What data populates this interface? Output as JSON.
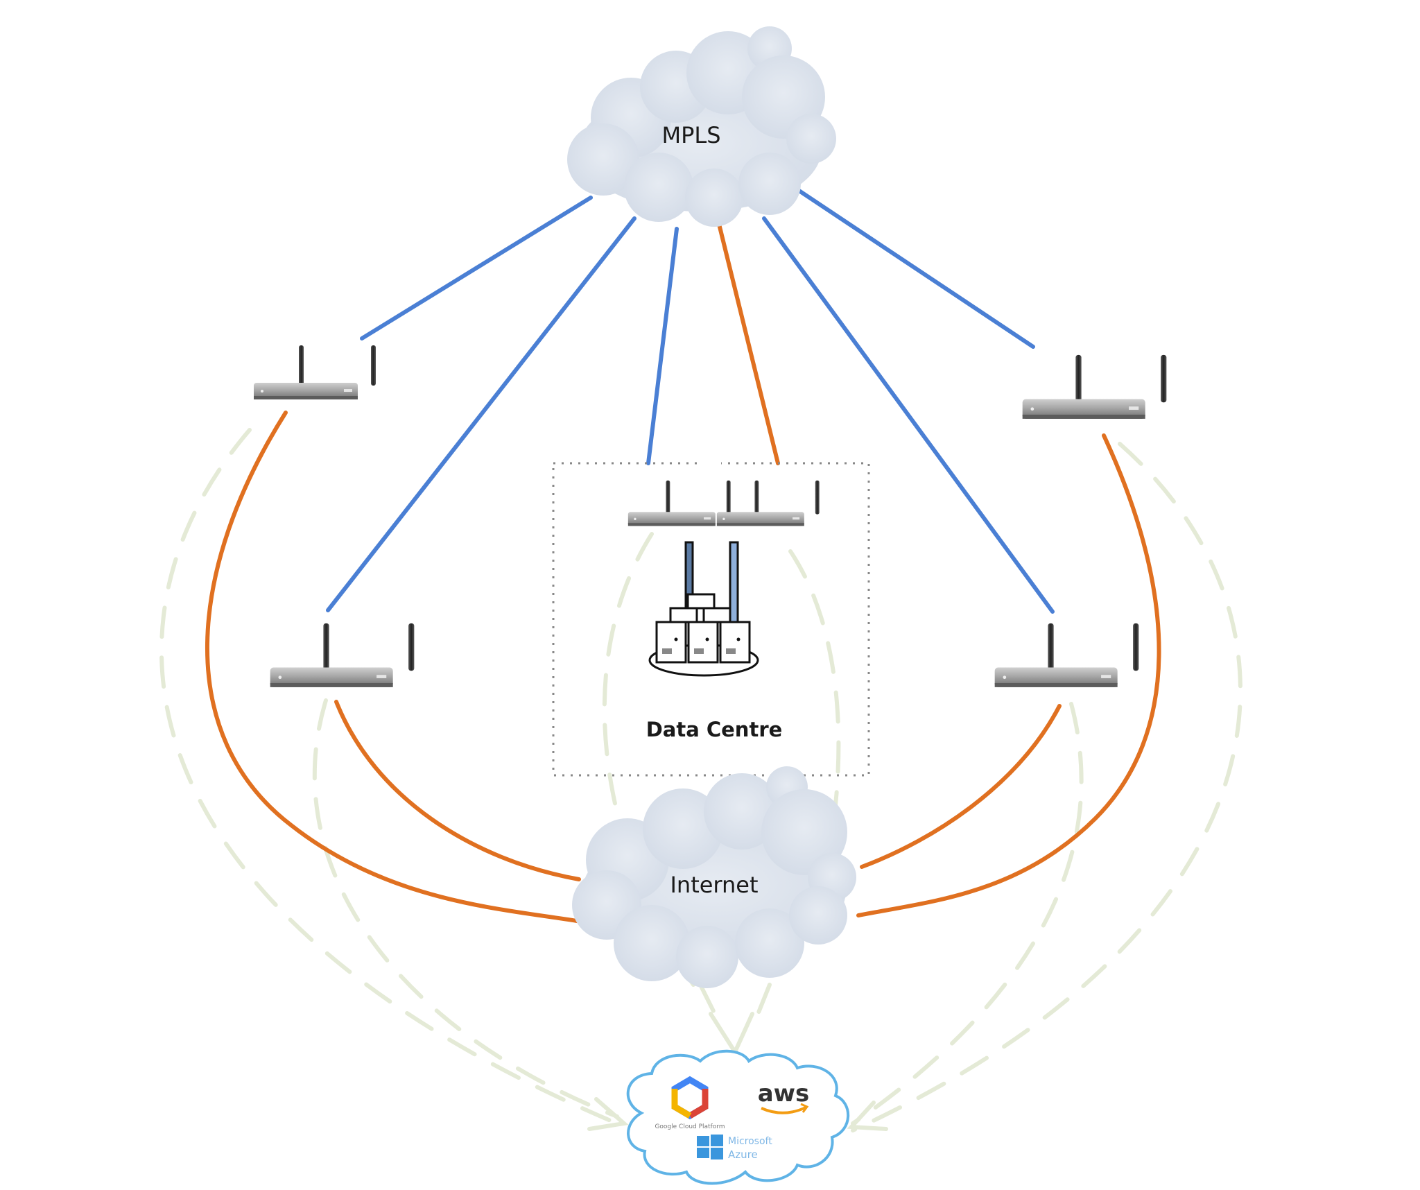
{
  "diagram": {
    "title": "",
    "nodes": {
      "mpls": {
        "label": "MPLS",
        "type": "cloud"
      },
      "internet": {
        "label": "Internet",
        "type": "cloud"
      },
      "data_centre": {
        "label": "Data Centre",
        "type": "site",
        "routers": 2,
        "icon": "server-cluster-icon"
      },
      "saas": {
        "label": "",
        "type": "cloud",
        "providers": [
          {
            "name": "Google Cloud Platform",
            "icon": "google-cloud-icon",
            "caption": "Google Cloud Platform"
          },
          {
            "name": "aws",
            "icon": "aws-icon",
            "caption": "aws"
          },
          {
            "name": "Microsoft Azure",
            "icon": "azure-icon",
            "caption_line1": "Microsoft",
            "caption_line2": "Azure"
          }
        ]
      },
      "routers": [
        {
          "id": "branch-top-left",
          "icon": "router-icon"
        },
        {
          "id": "branch-top-right",
          "icon": "router-icon"
        },
        {
          "id": "branch-mid-left",
          "icon": "router-icon"
        },
        {
          "id": "branch-mid-right",
          "icon": "router-icon"
        },
        {
          "id": "dc-router-1",
          "icon": "router-icon"
        },
        {
          "id": "dc-router-2",
          "icon": "router-icon"
        }
      ]
    },
    "links": [
      {
        "from": "mpls",
        "to": "branch-top-left",
        "type": "mpls"
      },
      {
        "from": "mpls",
        "to": "branch-mid-left",
        "type": "mpls"
      },
      {
        "from": "mpls",
        "to": "dc-router-1",
        "type": "mpls"
      },
      {
        "from": "mpls",
        "to": "dc-router-2",
        "type": "internet"
      },
      {
        "from": "mpls",
        "to": "branch-mid-right",
        "type": "mpls"
      },
      {
        "from": "mpls",
        "to": "branch-top-right",
        "type": "mpls"
      },
      {
        "from": "branch-top-left",
        "to": "internet",
        "type": "internet"
      },
      {
        "from": "branch-mid-left",
        "to": "internet",
        "type": "internet"
      },
      {
        "from": "branch-mid-right",
        "to": "internet",
        "type": "internet"
      },
      {
        "from": "branch-top-right",
        "to": "internet",
        "type": "internet"
      },
      {
        "from": "branch-top-left",
        "to": "saas",
        "type": "cloud-path"
      },
      {
        "from": "branch-mid-left",
        "to": "saas",
        "type": "cloud-path"
      },
      {
        "from": "dc-router-1",
        "to": "saas",
        "type": "cloud-path"
      },
      {
        "from": "dc-router-2",
        "to": "saas",
        "type": "cloud-path"
      },
      {
        "from": "branch-mid-right",
        "to": "saas",
        "type": "cloud-path"
      },
      {
        "from": "branch-top-right",
        "to": "saas",
        "type": "cloud-path"
      }
    ],
    "colors": {
      "mpls_link": "#4a7fd4",
      "internet_link": "#e07020",
      "cloud_path": "#e4ead6",
      "cloud_fill": "#dde3ec",
      "saas_outline": "#5fb3e6",
      "dc_border": "#888888",
      "label": "#1a1a1a"
    }
  }
}
